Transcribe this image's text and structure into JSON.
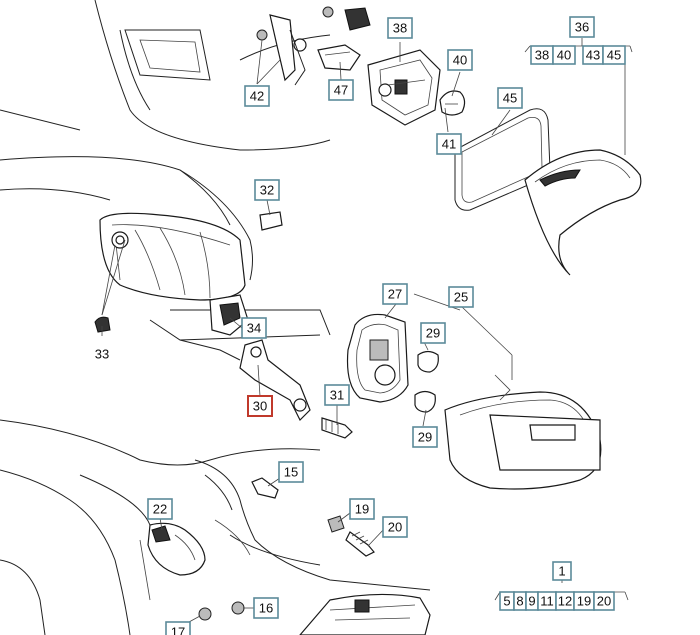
{
  "callouts": {
    "c15": "15",
    "c16": "16",
    "c17": "17",
    "c19": "19",
    "c20": "20",
    "c22": "22",
    "c25": "25",
    "c27": "27",
    "c29a": "29",
    "c29b": "29",
    "c30": "30",
    "c31": "31",
    "c32": "32",
    "c33": "33",
    "c34": "34",
    "c36": "36",
    "c38": "38",
    "c40": "40",
    "c41": "41",
    "c42": "42",
    "c45": "45",
    "c47": "47",
    "c1": "1"
  },
  "groups": {
    "g36": [
      "38",
      "40",
      "43",
      "45"
    ],
    "g1": [
      "5",
      "8",
      "9",
      "11",
      "12",
      "19",
      "20"
    ]
  },
  "colors": {
    "box_border": "#5b8a99",
    "selected_border": "#c0392b"
  },
  "selected": "30"
}
